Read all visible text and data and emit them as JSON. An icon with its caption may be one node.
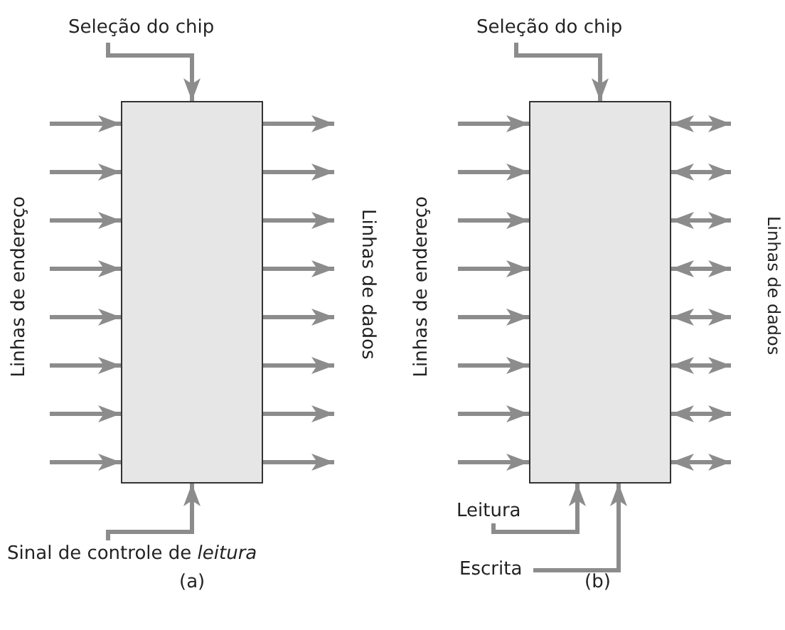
{
  "diagram": {
    "nodes": [
      {
        "text": [
          "Seleção do chip"
        ]
      },
      {
        "text": [],
        "shape": "box"
      },
      {
        "text": [
          "Sinal de controle de *leitura*"
        ]
      },
      {
        "text": [
          "Seleção do chip"
        ]
      },
      {
        "text": [],
        "shape": "box"
      },
      {
        "text": [
          "Leitura"
        ]
      },
      {
        "text": [
          "Escrita"
        ]
      }
    ],
    "edges": [
      {
        "from": 0,
        "to": 1,
        "arrow": "to"
      },
      {
        "from": null,
        "to": 1,
        "arrow": "to"
      },
      {
        "from": null,
        "to": 1,
        "arrow": "to"
      },
      {
        "from": null,
        "to": 1,
        "arrow": "to"
      },
      {
        "from": null,
        "to": 1,
        "arrow": "to"
      },
      {
        "from": null,
        "to": 1,
        "arrow": "to"
      },
      {
        "from": null,
        "to": 1,
        "arrow": "to"
      },
      {
        "from": null,
        "to": 1,
        "arrow": "to"
      },
      {
        "from": null,
        "to": 1,
        "arrow": "to"
      },
      {
        "from": 1,
        "to": null,
        "arrow": "to"
      },
      {
        "from": 1,
        "to": null,
        "arrow": "to"
      },
      {
        "from": 1,
        "to": null,
        "arrow": "to"
      },
      {
        "from": 1,
        "to": null,
        "arrow": "to"
      },
      {
        "from": 1,
        "to": null,
        "arrow": "to"
      },
      {
        "from": 1,
        "to": null,
        "arrow": "to"
      },
      {
        "from": 1,
        "to": null,
        "arrow": "to"
      },
      {
        "from": 1,
        "to": null,
        "arrow": "to"
      },
      {
        "from": 2,
        "to": 1,
        "arrow": "to"
      },
      {
        "from": 3,
        "to": 4,
        "arrow": "to"
      },
      {
        "from": null,
        "to": 4,
        "arrow": "to"
      },
      {
        "from": null,
        "to": 4,
        "arrow": "to"
      },
      {
        "from": null,
        "to": 4,
        "arrow": "to"
      },
      {
        "from": null,
        "to": 4,
        "arrow": "to"
      },
      {
        "from": null,
        "to": 4,
        "arrow": "to"
      },
      {
        "from": null,
        "to": 4,
        "arrow": "to"
      },
      {
        "from": null,
        "to": 4,
        "arrow": "to"
      },
      {
        "from": null,
        "to": 4,
        "arrow": "to"
      },
      {
        "from": 4,
        "to": null,
        "arrow": "both"
      },
      {
        "from": 4,
        "to": null,
        "arrow": "both"
      },
      {
        "from": 4,
        "to": null,
        "arrow": "both"
      },
      {
        "from": 4,
        "to": null,
        "arrow": "both"
      },
      {
        "from": 4,
        "to": null,
        "arrow": "both"
      },
      {
        "from": 4,
        "to": null,
        "arrow": "both"
      },
      {
        "from": 4,
        "to": null,
        "arrow": "both"
      },
      {
        "from": 4,
        "to": null,
        "arrow": "both"
      },
      {
        "from": 5,
        "to": 4,
        "arrow": "to"
      },
      {
        "from": 6,
        "to": 4,
        "arrow": "to"
      }
    ],
    "labels": [
      "Linhas de endereço",
      "Linhas de dados",
      "(a)",
      "Linhas de endereço",
      "Linhas de dados",
      "(b)"
    ]
  }
}
